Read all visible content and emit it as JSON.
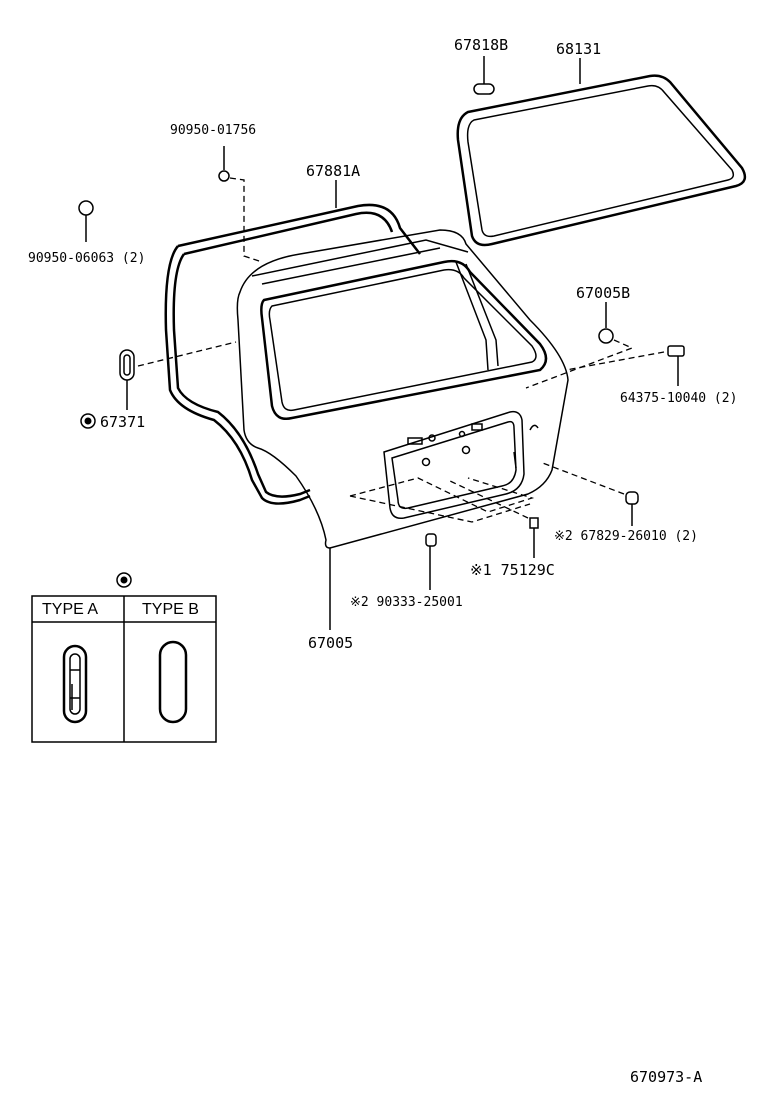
{
  "callouts": {
    "p67818b": "67818B",
    "p68131": "68131",
    "p90950_01756": "90950-01756",
    "p67881a": "67881A",
    "p90950_06063": "90950-06063 (2)",
    "p67005b": "67005B",
    "p64375": "64375-10040 (2)",
    "p67371": "67371",
    "p67829": "※2 67829-26010 (2)",
    "p75129c": "※1 75129C",
    "p90333": "※2 90333-25001",
    "p67005": "67005"
  },
  "type_table": {
    "type_a": "TYPE A",
    "type_b": "TYPE B"
  },
  "figure_code": "670973-A"
}
